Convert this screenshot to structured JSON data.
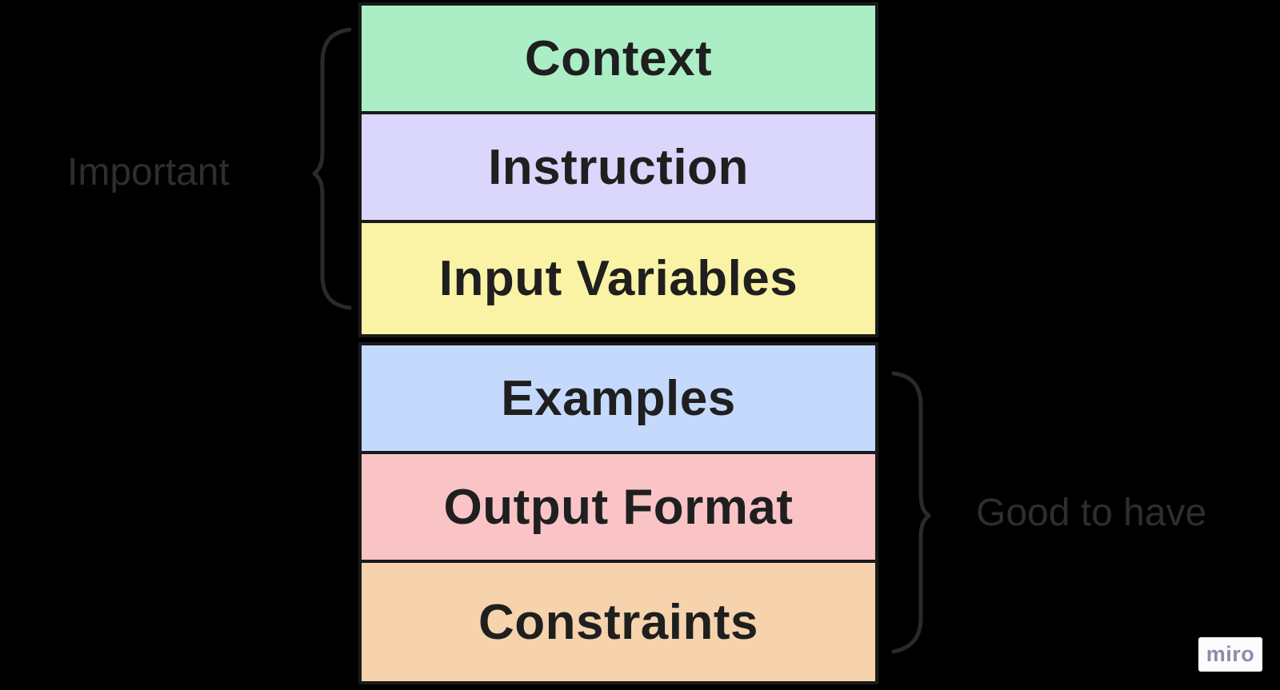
{
  "diagram": {
    "title_hint": "Prompt structure stack",
    "background_color": "#000000",
    "box_border_color": "#1a1a1a",
    "box_text_color": "#1f1f1f",
    "annotation_text_color": "#2e2e2e",
    "brace_color": "#2a2a2a",
    "groups": [
      {
        "id": "important",
        "label": "Important",
        "brace_side": "left",
        "boxes": [
          {
            "label": "Context",
            "color": "#abeec6"
          },
          {
            "label": "Instruction",
            "color": "#dbd6fb"
          },
          {
            "label": "Input Variables",
            "color": "#faf2a5"
          }
        ]
      },
      {
        "id": "goodtohave",
        "label": "Good to have",
        "brace_side": "right",
        "boxes": [
          {
            "label": "Examples",
            "color": "#c5d9fc"
          },
          {
            "label": "Output Format",
            "color": "#fac4c7"
          },
          {
            "label": "Constraints",
            "color": "#f6d3ad"
          }
        ]
      }
    ],
    "watermark": {
      "label": "miro",
      "background_color": "#fcfcfc",
      "text_color": "#8f8bab"
    }
  }
}
